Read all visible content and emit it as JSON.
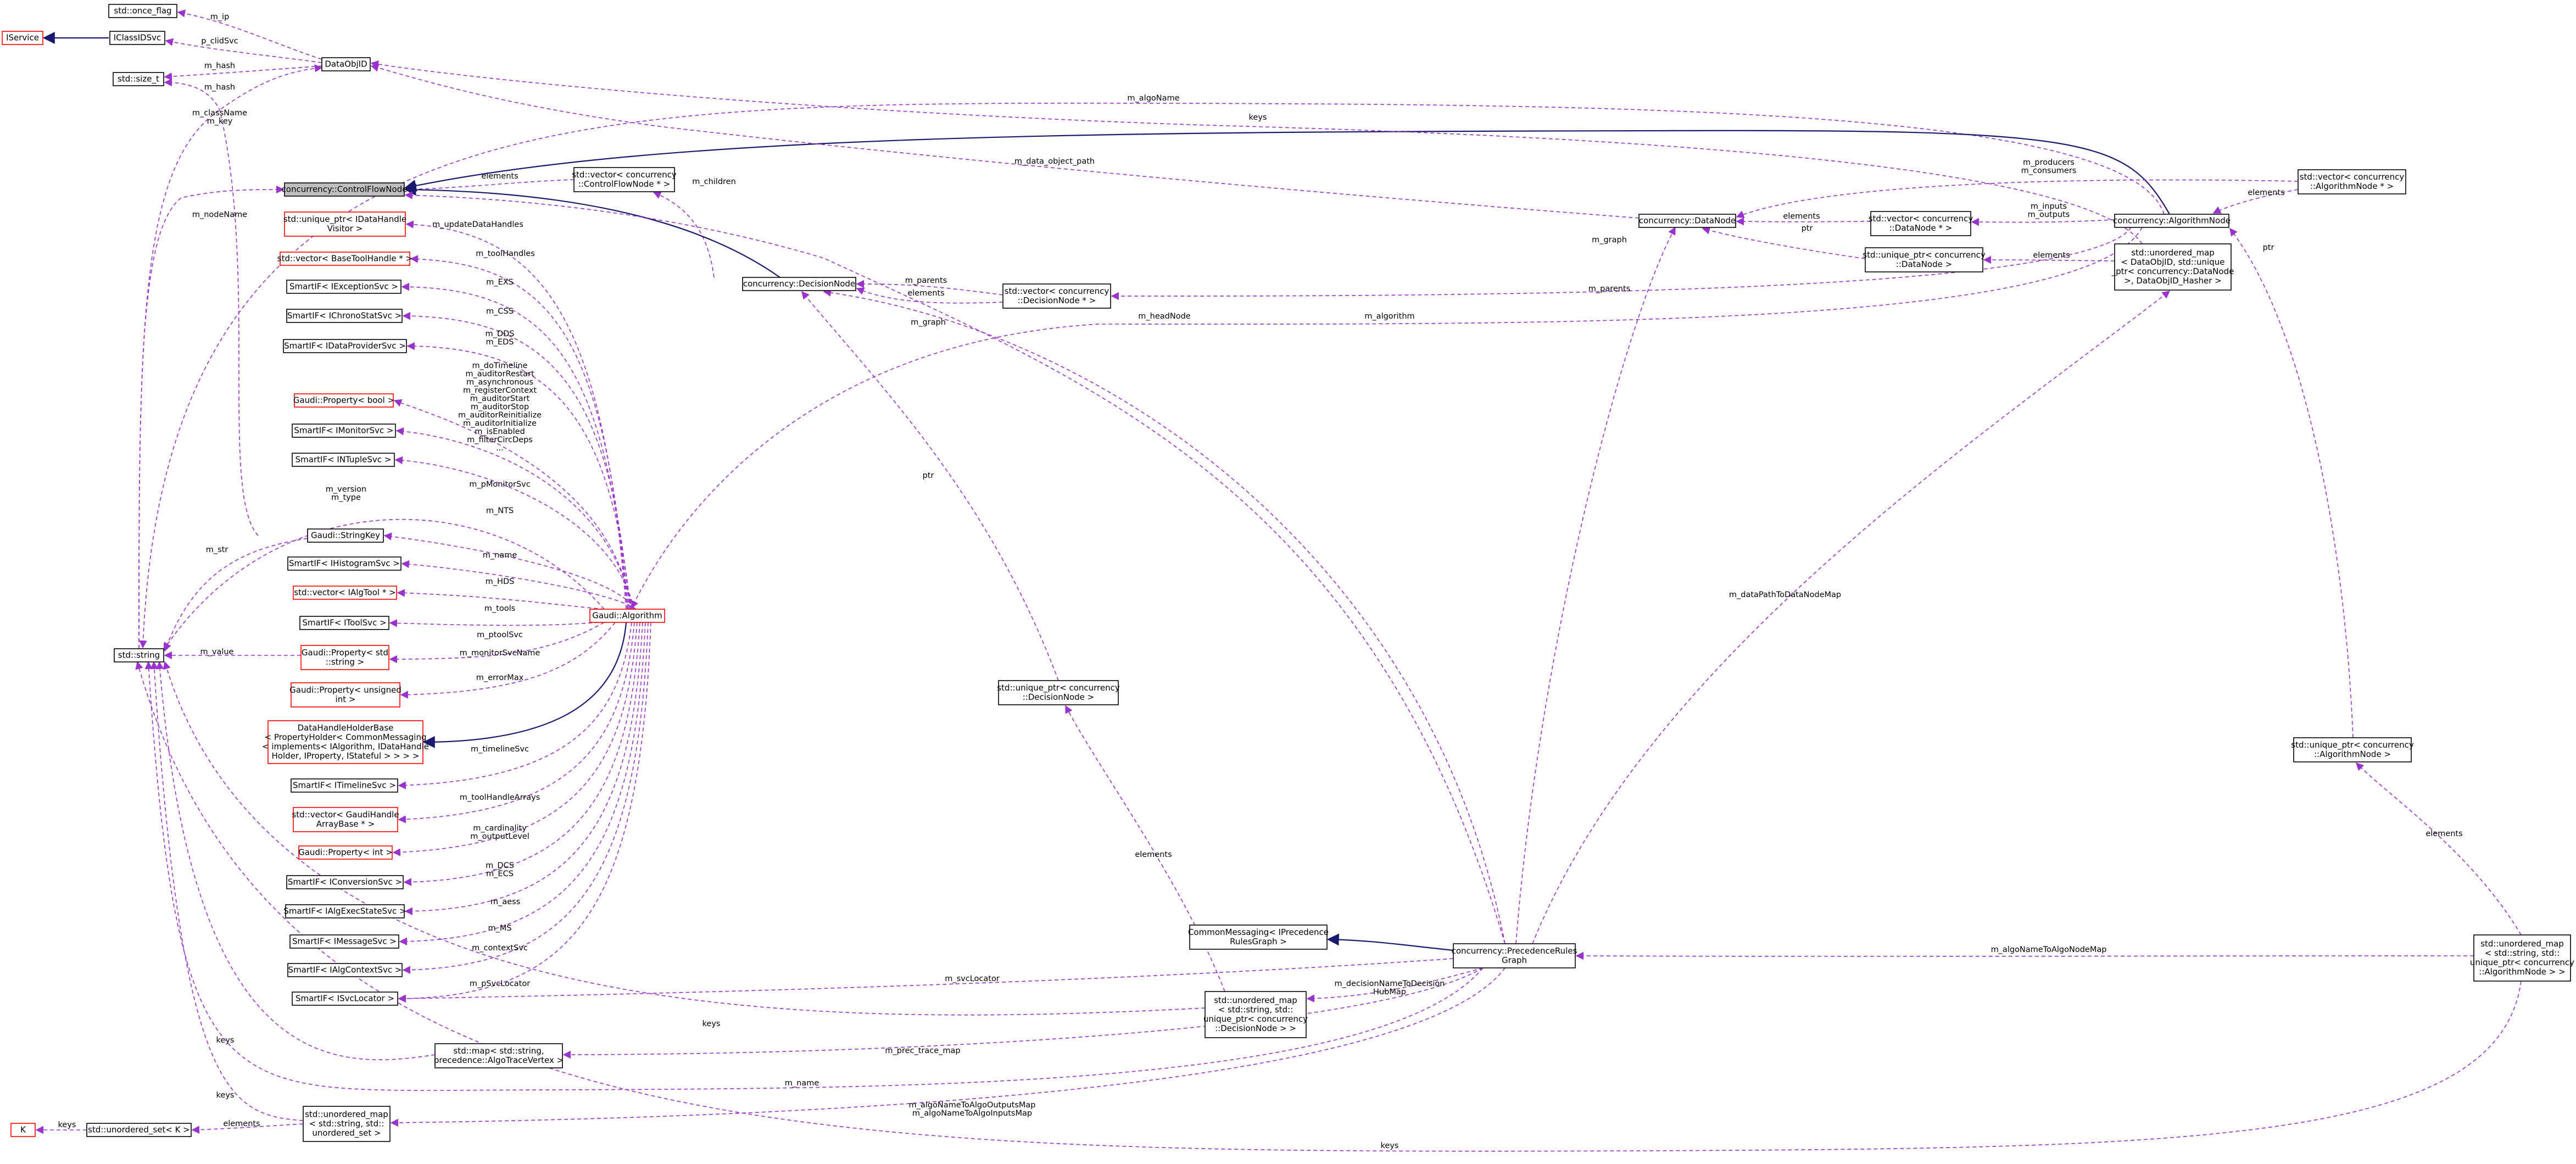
{
  "nodes": [
    {
      "id": "once_flag",
      "lines": [
        "std::once_flag"
      ],
      "color": "black"
    },
    {
      "id": "iclassidsvc",
      "lines": [
        "IClassIDSvc"
      ],
      "color": "black"
    },
    {
      "id": "iservice",
      "lines": [
        "IService"
      ],
      "color": "red"
    },
    {
      "id": "dataobjid",
      "lines": [
        "DataObjID"
      ],
      "color": "black"
    },
    {
      "id": "size_t",
      "lines": [
        "std::size_t"
      ],
      "color": "black"
    },
    {
      "id": "cfnode",
      "lines": [
        "concurrency::ControlFlowNode"
      ],
      "color": "black",
      "highlight": true
    },
    {
      "id": "vec_cfnode",
      "lines": [
        "std::vector< concurrency",
        "::ControlFlowNode * >"
      ],
      "color": "black"
    },
    {
      "id": "uptr_datahandlevisitor",
      "lines": [
        "std::unique_ptr< IDataHandle",
        "Visitor >"
      ],
      "color": "red"
    },
    {
      "id": "vec_basetoolhandle",
      "lines": [
        "std::vector< BaseToolHandle * >"
      ],
      "color": "red"
    },
    {
      "id": "sif_exceptionsvc",
      "lines": [
        "SmartIF< IExceptionSvc >"
      ],
      "color": "black"
    },
    {
      "id": "sif_chronostatsvc",
      "lines": [
        "SmartIF< IChronoStatSvc >"
      ],
      "color": "black"
    },
    {
      "id": "sif_dataprovidersvc",
      "lines": [
        "SmartIF< IDataProviderSvc >"
      ],
      "color": "black"
    },
    {
      "id": "prop_bool",
      "lines": [
        "Gaudi::Property< bool >"
      ],
      "color": "red"
    },
    {
      "id": "sif_monitorsvc",
      "lines": [
        "SmartIF< IMonitorSvc >"
      ],
      "color": "black"
    },
    {
      "id": "sif_ntuplesvc",
      "lines": [
        "SmartIF< INTupleSvc >"
      ],
      "color": "black"
    },
    {
      "id": "stringkey",
      "lines": [
        "Gaudi::StringKey"
      ],
      "color": "black"
    },
    {
      "id": "sif_histogramsvc",
      "lines": [
        "SmartIF< IHistogramSvc >"
      ],
      "color": "black"
    },
    {
      "id": "vec_ialgtool",
      "lines": [
        "std::vector< IAlgTool * >"
      ],
      "color": "red"
    },
    {
      "id": "sif_toolsvc",
      "lines": [
        "SmartIF< IToolSvc >"
      ],
      "color": "black"
    },
    {
      "id": "std_string",
      "lines": [
        "std::string"
      ],
      "color": "black"
    },
    {
      "id": "prop_string",
      "lines": [
        "Gaudi::Property< std",
        "::string >"
      ],
      "color": "red"
    },
    {
      "id": "prop_unsigned",
      "lines": [
        "Gaudi::Property< unsigned",
        "int >"
      ],
      "color": "red"
    },
    {
      "id": "datahandleholderbase",
      "lines": [
        "DataHandleHolderBase",
        "< PropertyHolder< CommonMessaging",
        "< implements< IAlgorithm, IDataHandle",
        "Holder, IProperty, IStateful > > > >"
      ],
      "color": "red"
    },
    {
      "id": "sif_timelinesvc",
      "lines": [
        "SmartIF< ITimelineSvc >"
      ],
      "color": "black"
    },
    {
      "id": "vec_gaudihandlearraybase",
      "lines": [
        "std::vector< GaudiHandle",
        "ArrayBase * >"
      ],
      "color": "red"
    },
    {
      "id": "prop_int",
      "lines": [
        "Gaudi::Property< int >"
      ],
      "color": "red"
    },
    {
      "id": "sif_conversionsvc",
      "lines": [
        "SmartIF< IConversionSvc >"
      ],
      "color": "black"
    },
    {
      "id": "sif_algexecstatesvc",
      "lines": [
        "SmartIF< IAlgExecStateSvc >"
      ],
      "color": "black"
    },
    {
      "id": "sif_messagesvc",
      "lines": [
        "SmartIF< IMessageSvc >"
      ],
      "color": "black"
    },
    {
      "id": "sif_algcontextsvc",
      "lines": [
        "SmartIF< IAlgContextSvc >"
      ],
      "color": "black"
    },
    {
      "id": "sif_svclocator",
      "lines": [
        "SmartIF< ISvcLocator >"
      ],
      "color": "black"
    },
    {
      "id": "k",
      "lines": [
        "K"
      ],
      "color": "red"
    },
    {
      "id": "unordered_set_k",
      "lines": [
        "std::unordered_set< K >"
      ],
      "color": "black"
    },
    {
      "id": "unordered_map_string_set",
      "lines": [
        "std::unordered_map",
        "< std::string, std::",
        "unordered_set >"
      ],
      "color": "black"
    },
    {
      "id": "map_algtracevertex",
      "lines": [
        "std::map< std::string,",
        "precedence::AlgoTraceVertex >"
      ],
      "color": "black"
    },
    {
      "id": "gaudi_algorithm",
      "lines": [
        "Gaudi::Algorithm"
      ],
      "color": "red"
    },
    {
      "id": "decisionnode",
      "lines": [
        "concurrency::DecisionNode"
      ],
      "color": "black"
    },
    {
      "id": "vec_decisionnode",
      "lines": [
        "std::vector< concurrency",
        "::DecisionNode * >"
      ],
      "color": "black"
    },
    {
      "id": "uptr_decisionnode",
      "lines": [
        "std::unique_ptr< concurrency",
        "::DecisionNode >"
      ],
      "color": "black"
    },
    {
      "id": "cm_iprecedencerulesgraph",
      "lines": [
        "CommonMessaging< IPrecedence",
        "RulesGraph >"
      ],
      "color": "black"
    },
    {
      "id": "unordered_map_decisionnode",
      "lines": [
        "std::unordered_map",
        "< std::string, std::",
        "unique_ptr< concurrency",
        "::DecisionNode > >"
      ],
      "color": "black"
    },
    {
      "id": "precedencerulesgraph",
      "lines": [
        "concurrency::PrecedenceRules",
        "Graph"
      ],
      "color": "black"
    },
    {
      "id": "datanode",
      "lines": [
        "concurrency::DataNode"
      ],
      "color": "black"
    },
    {
      "id": "vec_datanode",
      "lines": [
        "std::vector< concurrency",
        "::DataNode * >"
      ],
      "color": "black"
    },
    {
      "id": "uptr_datanode",
      "lines": [
        "std::unique_ptr< concurrency",
        "::DataNode >"
      ],
      "color": "black"
    },
    {
      "id": "vec_algorithmnode",
      "lines": [
        "std::vector< concurrency",
        "::AlgorithmNode * >"
      ],
      "color": "black"
    },
    {
      "id": "algorithmnode",
      "lines": [
        "concurrency::AlgorithmNode"
      ],
      "color": "black"
    },
    {
      "id": "unordered_map_dataobjid",
      "lines": [
        "std::unordered_map",
        "< DataObjID, std::unique",
        "_ptr< concurrency::DataNode",
        " >, DataObjID_Hasher >"
      ],
      "color": "black"
    },
    {
      "id": "uptr_algorithmnode",
      "lines": [
        "std::unique_ptr< concurrency",
        "::AlgorithmNode >"
      ],
      "color": "black"
    },
    {
      "id": "unordered_map_algorithmnode",
      "lines": [
        "std::unordered_map",
        "< std::string, std::",
        "unique_ptr< concurrency",
        "::AlgorithmNode > >"
      ],
      "color": "black"
    }
  ],
  "edges": [
    {
      "from": "once_flag",
      "to": "dataobjid",
      "label": [
        "m_ip"
      ],
      "style": "dashed"
    },
    {
      "from": "iclassidsvc",
      "to": "dataobjid",
      "label": [
        "p_clidSvc"
      ],
      "style": "dashed"
    },
    {
      "from": "iservice",
      "to": "iclassidsvc",
      "label": [],
      "style": "solid"
    },
    {
      "from": "size_t",
      "to": "dataobjid",
      "label": [
        "m_hash"
      ],
      "style": "dashed"
    },
    {
      "from": "size_t",
      "to": "stringkey",
      "label": [
        "m_hash"
      ],
      "style": "dashed"
    },
    {
      "from": "std_string",
      "to": "dataobjid",
      "label": [
        "m_className",
        "m_key"
      ],
      "style": "dashed"
    },
    {
      "from": "std_string",
      "to": "cfnode",
      "label": [
        "m_nodeName"
      ],
      "style": "dashed"
    },
    {
      "from": "std_string",
      "to": "stringkey",
      "label": [
        "m_str"
      ],
      "style": "dashed"
    },
    {
      "from": "std_string",
      "to": "prop_string",
      "label": [
        "m_value"
      ],
      "style": "dashed"
    },
    {
      "from": "std_string",
      "to": "gaudi_algorithm",
      "label": [
        "m_version",
        "m_type"
      ],
      "style": "dashed"
    },
    {
      "from": "std_string",
      "to": "algorithmnode",
      "label": [
        "m_algoName"
      ],
      "style": "dashed"
    },
    {
      "from": "std_string",
      "to": "unordered_map_decisionnode",
      "label": [
        "keys"
      ],
      "style": "dashed"
    },
    {
      "from": "std_string",
      "to": "map_algtracevertex",
      "label": [
        "keys"
      ],
      "style": "dashed"
    },
    {
      "from": "std_string",
      "to": "unordered_map_string_set",
      "label": [
        "keys"
      ],
      "style": "dashed"
    },
    {
      "from": "std_string",
      "to": "precedencerulesgraph",
      "label": [
        "m_name"
      ],
      "style": "dashed"
    },
    {
      "from": "std_string",
      "to": "unordered_map_algorithmnode",
      "label": [
        "keys"
      ],
      "style": "dashed"
    },
    {
      "from": "cfnode",
      "to": "vec_cfnode",
      "label": [
        "elements"
      ],
      "style": "dashed"
    },
    {
      "from": "vec_cfnode",
      "to": "decisionnode",
      "label": [
        "m_children"
      ],
      "style": "dashed"
    },
    {
      "from": "cfnode",
      "to": "decisionnode",
      "label": [],
      "style": "solid"
    },
    {
      "from": "cfnode",
      "to": "algorithmnode",
      "label": [],
      "style": "solid"
    },
    {
      "from": "dataobjid",
      "to": "datanode",
      "label": [
        "m_data_object_path"
      ],
      "style": "dashed"
    },
    {
      "from": "dataobjid",
      "to": "unordered_map_dataobjid",
      "label": [
        "keys"
      ],
      "style": "dashed"
    },
    {
      "from": "uptr_datahandlevisitor",
      "to": "gaudi_algorithm",
      "label": [
        "m_updateDataHandles"
      ],
      "style": "dashed"
    },
    {
      "from": "vec_basetoolhandle",
      "to": "gaudi_algorithm",
      "label": [
        "m_toolHandles"
      ],
      "style": "dashed"
    },
    {
      "from": "sif_exceptionsvc",
      "to": "gaudi_algorithm",
      "label": [
        "m_EXS"
      ],
      "style": "dashed"
    },
    {
      "from": "sif_chronostatsvc",
      "to": "gaudi_algorithm",
      "label": [
        "m_CSS"
      ],
      "style": "dashed"
    },
    {
      "from": "sif_dataprovidersvc",
      "to": "gaudi_algorithm",
      "label": [
        "m_DDS",
        "m_EDS"
      ],
      "style": "dashed"
    },
    {
      "from": "prop_bool",
      "to": "gaudi_algorithm",
      "label": [
        "m_doTimeline",
        "m_auditorRestart",
        "m_asynchronous",
        "m_registerContext",
        "m_auditorStart",
        "m_auditorStop",
        "m_auditorReinitialize",
        "m_auditorInitialize",
        "m_isEnabled",
        "m_filterCircDeps",
        "..."
      ],
      "style": "dashed"
    },
    {
      "from": "sif_monitorsvc",
      "to": "gaudi_algorithm",
      "label": [
        "m_pMonitorSvc"
      ],
      "style": "dashed"
    },
    {
      "from": "sif_ntuplesvc",
      "to": "gaudi_algorithm",
      "label": [
        "m_NTS"
      ],
      "style": "dashed"
    },
    {
      "from": "stringkey",
      "to": "gaudi_algorithm",
      "label": [
        "m_name"
      ],
      "style": "dashed"
    },
    {
      "from": "sif_histogramsvc",
      "to": "gaudi_algorithm",
      "label": [
        "m_HDS"
      ],
      "style": "dashed"
    },
    {
      "from": "vec_ialgtool",
      "to": "gaudi_algorithm",
      "label": [
        "m_tools"
      ],
      "style": "dashed"
    },
    {
      "from": "sif_toolsvc",
      "to": "gaudi_algorithm",
      "label": [
        "m_ptoolSvc"
      ],
      "style": "dashed"
    },
    {
      "from": "prop_string",
      "to": "gaudi_algorithm",
      "label": [
        "m_monitorSvcName"
      ],
      "style": "dashed"
    },
    {
      "from": "prop_unsigned",
      "to": "gaudi_algorithm",
      "label": [
        "m_errorMax"
      ],
      "style": "dashed"
    },
    {
      "from": "datahandleholderbase",
      "to": "gaudi_algorithm",
      "label": [],
      "style": "solid"
    },
    {
      "from": "sif_timelinesvc",
      "to": "gaudi_algorithm",
      "label": [
        "m_timelineSvc"
      ],
      "style": "dashed"
    },
    {
      "from": "vec_gaudihandlearraybase",
      "to": "gaudi_algorithm",
      "label": [
        "m_toolHandleArrays"
      ],
      "style": "dashed"
    },
    {
      "from": "prop_int",
      "to": "gaudi_algorithm",
      "label": [
        "m_cardinality",
        "m_outputLevel"
      ],
      "style": "dashed"
    },
    {
      "from": "sif_conversionsvc",
      "to": "gaudi_algorithm",
      "label": [
        "m_DCS",
        "m_ECS"
      ],
      "style": "dashed"
    },
    {
      "from": "sif_algexecstatesvc",
      "to": "gaudi_algorithm",
      "label": [
        "m_aess"
      ],
      "style": "dashed"
    },
    {
      "from": "sif_messagesvc",
      "to": "gaudi_algorithm",
      "label": [
        "m_MS"
      ],
      "style": "dashed"
    },
    {
      "from": "sif_algcontextsvc",
      "to": "gaudi_algorithm",
      "label": [
        "m_contextSvc"
      ],
      "style": "dashed"
    },
    {
      "from": "sif_svclocator",
      "to": "gaudi_algorithm",
      "label": [
        "m_pSvcLocator"
      ],
      "style": "dashed"
    },
    {
      "from": "sif_svclocator",
      "to": "precedencerulesgraph",
      "label": [
        "m_svcLocator"
      ],
      "style": "dashed"
    },
    {
      "from": "k",
      "to": "unordered_set_k",
      "label": [
        "keys"
      ],
      "style": "dashed"
    },
    {
      "from": "unordered_set_k",
      "to": "unordered_map_string_set",
      "label": [
        "elements"
      ],
      "style": "dashed"
    },
    {
      "from": "unordered_map_string_set",
      "to": "precedencerulesgraph",
      "label": [
        "m_algoNameToAlgoOutputsMap",
        "m_algoNameToAlgoInputsMap"
      ],
      "style": "dashed"
    },
    {
      "from": "map_algtracevertex",
      "to": "precedencerulesgraph",
      "label": [
        "m_prec_trace_map"
      ],
      "style": "dashed"
    },
    {
      "from": "gaudi_algorithm",
      "to": "algorithmnode",
      "label": [
        "m_algorithm"
      ],
      "style": "dashed"
    },
    {
      "from": "decisionnode",
      "to": "vec_decisionnode",
      "label": [
        "elements"
      ],
      "style": "dashed"
    },
    {
      "from": "vec_decisionnode",
      "to": "decisionnode",
      "label": [
        "m_parents"
      ],
      "style": "dashed"
    },
    {
      "from": "vec_decisionnode",
      "to": "algorithmnode",
      "label": [
        "m_parents"
      ],
      "style": "dashed"
    },
    {
      "from": "decisionnode",
      "to": "uptr_decisionnode",
      "label": [
        "ptr"
      ],
      "style": "dashed"
    },
    {
      "from": "decisionnode",
      "to": "precedencerulesgraph",
      "label": [
        "m_headNode"
      ],
      "style": "dashed"
    },
    {
      "from": "uptr_decisionnode",
      "to": "unordered_map_decisionnode",
      "label": [
        "elements"
      ],
      "style": "dashed"
    },
    {
      "from": "cm_iprecedencerulesgraph",
      "to": "precedencerulesgraph",
      "label": [],
      "style": "solid"
    },
    {
      "from": "unordered_map_decisionnode",
      "to": "precedencerulesgraph",
      "label": [
        "m_decisionNameToDecision",
        "HubMap"
      ],
      "style": "dashed"
    },
    {
      "from": "precedencerulesgraph",
      "to": "cfnode",
      "label": [
        "m_graph"
      ],
      "style": "dashed"
    },
    {
      "from": "precedencerulesgraph",
      "to": "datanode",
      "label": [
        "m_graph"
      ],
      "style": "dashed"
    },
    {
      "from": "datanode",
      "to": "vec_datanode",
      "label": [
        "elements"
      ],
      "style": "dashed"
    },
    {
      "from": "datanode",
      "to": "uptr_datanode",
      "label": [
        "ptr"
      ],
      "style": "dashed"
    },
    {
      "from": "vec_datanode",
      "to": "algorithmnode",
      "label": [
        "m_inputs",
        "m_outputs"
      ],
      "style": "dashed"
    },
    {
      "from": "vec_algorithmnode",
      "to": "datanode",
      "label": [
        "m_producers",
        "m_consumers"
      ],
      "style": "dashed"
    },
    {
      "from": "algorithmnode",
      "to": "vec_algorithmnode",
      "label": [
        "elements"
      ],
      "style": "dashed"
    },
    {
      "from": "uptr_datanode",
      "to": "unordered_map_dataobjid",
      "label": [
        "elements"
      ],
      "style": "dashed"
    },
    {
      "from": "unordered_map_dataobjid",
      "to": "precedencerulesgraph",
      "label": [
        "m_dataPathToDataNodeMap"
      ],
      "style": "dashed"
    },
    {
      "from": "algorithmnode",
      "to": "uptr_algorithmnode",
      "label": [
        "ptr"
      ],
      "style": "dashed"
    },
    {
      "from": "uptr_algorithmnode",
      "to": "unordered_map_algorithmnode",
      "label": [
        "elements"
      ],
      "style": "dashed"
    },
    {
      "from": "unordered_map_algorithmnode",
      "to": "precedencerulesgraph",
      "label": [
        "m_algoNameToAlgoNodeMap"
      ],
      "style": "dashed"
    }
  ]
}
